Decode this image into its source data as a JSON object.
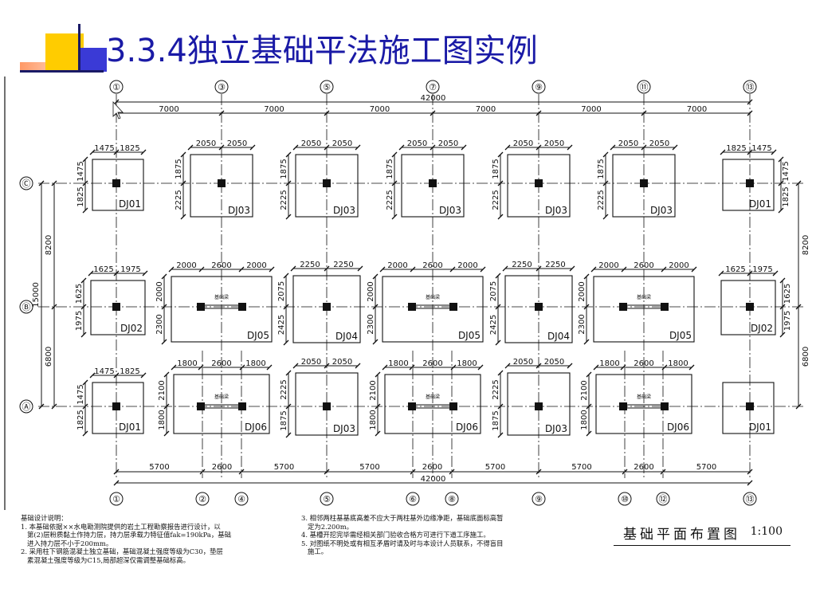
{
  "slide": {
    "title": "3.3.4独立基础平法施工图实例"
  },
  "drawing": {
    "top_axes": [
      "①",
      "③",
      "⑤",
      "⑦",
      "⑨",
      "⑪",
      "⑬"
    ],
    "bottom_axes": [
      "①",
      "②",
      "④",
      "⑤",
      "⑥",
      "⑧",
      "⑨",
      "⑩",
      "⑫",
      "⑬"
    ],
    "row_axes": [
      "Ⓒ",
      "Ⓑ",
      "Ⓐ"
    ],
    "overall_length": "42000",
    "top_spans": [
      "7000",
      "7000",
      "7000",
      "7000",
      "7000",
      "7000"
    ],
    "bottom_spans": [
      "5700",
      "2600",
      "5700",
      "5700",
      "2600",
      "5700",
      "5700",
      "2600",
      "5700"
    ],
    "right_spans": [
      "8200",
      "6800"
    ],
    "left_spans": [
      "8200",
      "6800"
    ],
    "left_total": "15000",
    "beam_label": "基础梁",
    "row_c": [
      {
        "label": "DJ01",
        "top": [
          "1475",
          "1825"
        ],
        "side": [
          "1475",
          "1825"
        ]
      },
      {
        "label": "DJ03",
        "top": [
          "2050",
          "2050"
        ],
        "side": [
          "1875",
          "2225"
        ]
      },
      {
        "label": "DJ03",
        "top": [
          "2050",
          "2050"
        ],
        "side": [
          "1875",
          "2225"
        ]
      },
      {
        "label": "DJ03",
        "top": [
          "2050",
          "2050"
        ],
        "side": [
          "1875",
          "2225"
        ]
      },
      {
        "label": "DJ03",
        "top": [
          "2050",
          "2050"
        ],
        "side": [
          "1875",
          "2225"
        ]
      },
      {
        "label": "DJ03",
        "top": [
          "2050",
          "2050"
        ],
        "side": [
          "1875",
          "2225"
        ]
      },
      {
        "label": "DJ01",
        "top": [
          "1825",
          "1475"
        ],
        "side": [
          "1475",
          "1825"
        ]
      }
    ],
    "row_b": [
      {
        "label": "DJ02",
        "top": [
          "1625",
          "1975"
        ],
        "side": [
          "1625",
          "1975"
        ]
      },
      {
        "label": "DJ05",
        "top": [
          "2000",
          "2600",
          "2000"
        ],
        "side": [
          "2000",
          "2300"
        ]
      },
      {
        "label": "DJ04",
        "top": [
          "2250",
          "2250"
        ],
        "side": [
          "2075",
          "2425"
        ]
      },
      {
        "label": "DJ05",
        "top": [
          "2000",
          "2600",
          "2000"
        ],
        "side": [
          "2000",
          "2300"
        ]
      },
      {
        "label": "DJ04",
        "top": [
          "2250",
          "2250"
        ],
        "side": [
          "2075",
          "2425"
        ]
      },
      {
        "label": "DJ05",
        "top": [
          "2000",
          "2600",
          "2000"
        ],
        "side": [
          "2000",
          "2300"
        ]
      },
      {
        "label": "DJ02",
        "top": [
          "1625",
          "1975"
        ],
        "side": [
          "1625",
          "1975"
        ]
      }
    ],
    "row_a": [
      {
        "label": "DJ01",
        "top": [
          "1475",
          "1825"
        ],
        "side": [
          "1475",
          "1825"
        ]
      },
      {
        "label": "DJ06",
        "top": [
          "1800",
          "2600",
          "1800"
        ],
        "side": [
          "2100",
          "1800"
        ]
      },
      {
        "label": "DJ03",
        "top": [
          "2050",
          "2050"
        ],
        "side": [
          "2225",
          "1875"
        ]
      },
      {
        "label": "DJ06",
        "top": [
          "1800",
          "2600",
          "1800"
        ],
        "side": [
          "2100",
          "1800"
        ]
      },
      {
        "label": "DJ03",
        "top": [
          "2050",
          "2050"
        ],
        "side": [
          "2225",
          "1875"
        ]
      },
      {
        "label": "DJ06",
        "top": [
          "1800",
          "2600",
          "1800"
        ],
        "side": [
          "2100",
          "1800"
        ]
      },
      {
        "label": "DJ01",
        "top": [],
        "side": []
      }
    ]
  },
  "notes": {
    "left": [
      "基础设计说明：",
      "1. 本基础依据××水电勘测院提供的岩土工程勘察报告进行设计，以",
      "   第(2)层粉质黏土作持力层，持力层承载力特征值fak=190kPa，基础",
      "   进入持力层不小于200mm。",
      "2. 采用柱下钢筋混凝土独立基础，基础混凝土强度等级为C30，垫层",
      "   素混凝土强度等级为C15,局部超深仅需调整基础标高。"
    ],
    "right": [
      "3. 相邻两柱基基底高差不应大于两柱基外边缘净距，基础底面标高暂",
      "   定为2.200m。",
      "4. 基槽开挖完毕需经相关部门验收合格方可进行下道工序施工。",
      "5. 对图纸不明处或有相互矛盾时请及时与本设计人员联系，不得盲目",
      "   施工。"
    ]
  },
  "plan_title": {
    "name": "基础平面布置图",
    "scale": "1:100"
  }
}
